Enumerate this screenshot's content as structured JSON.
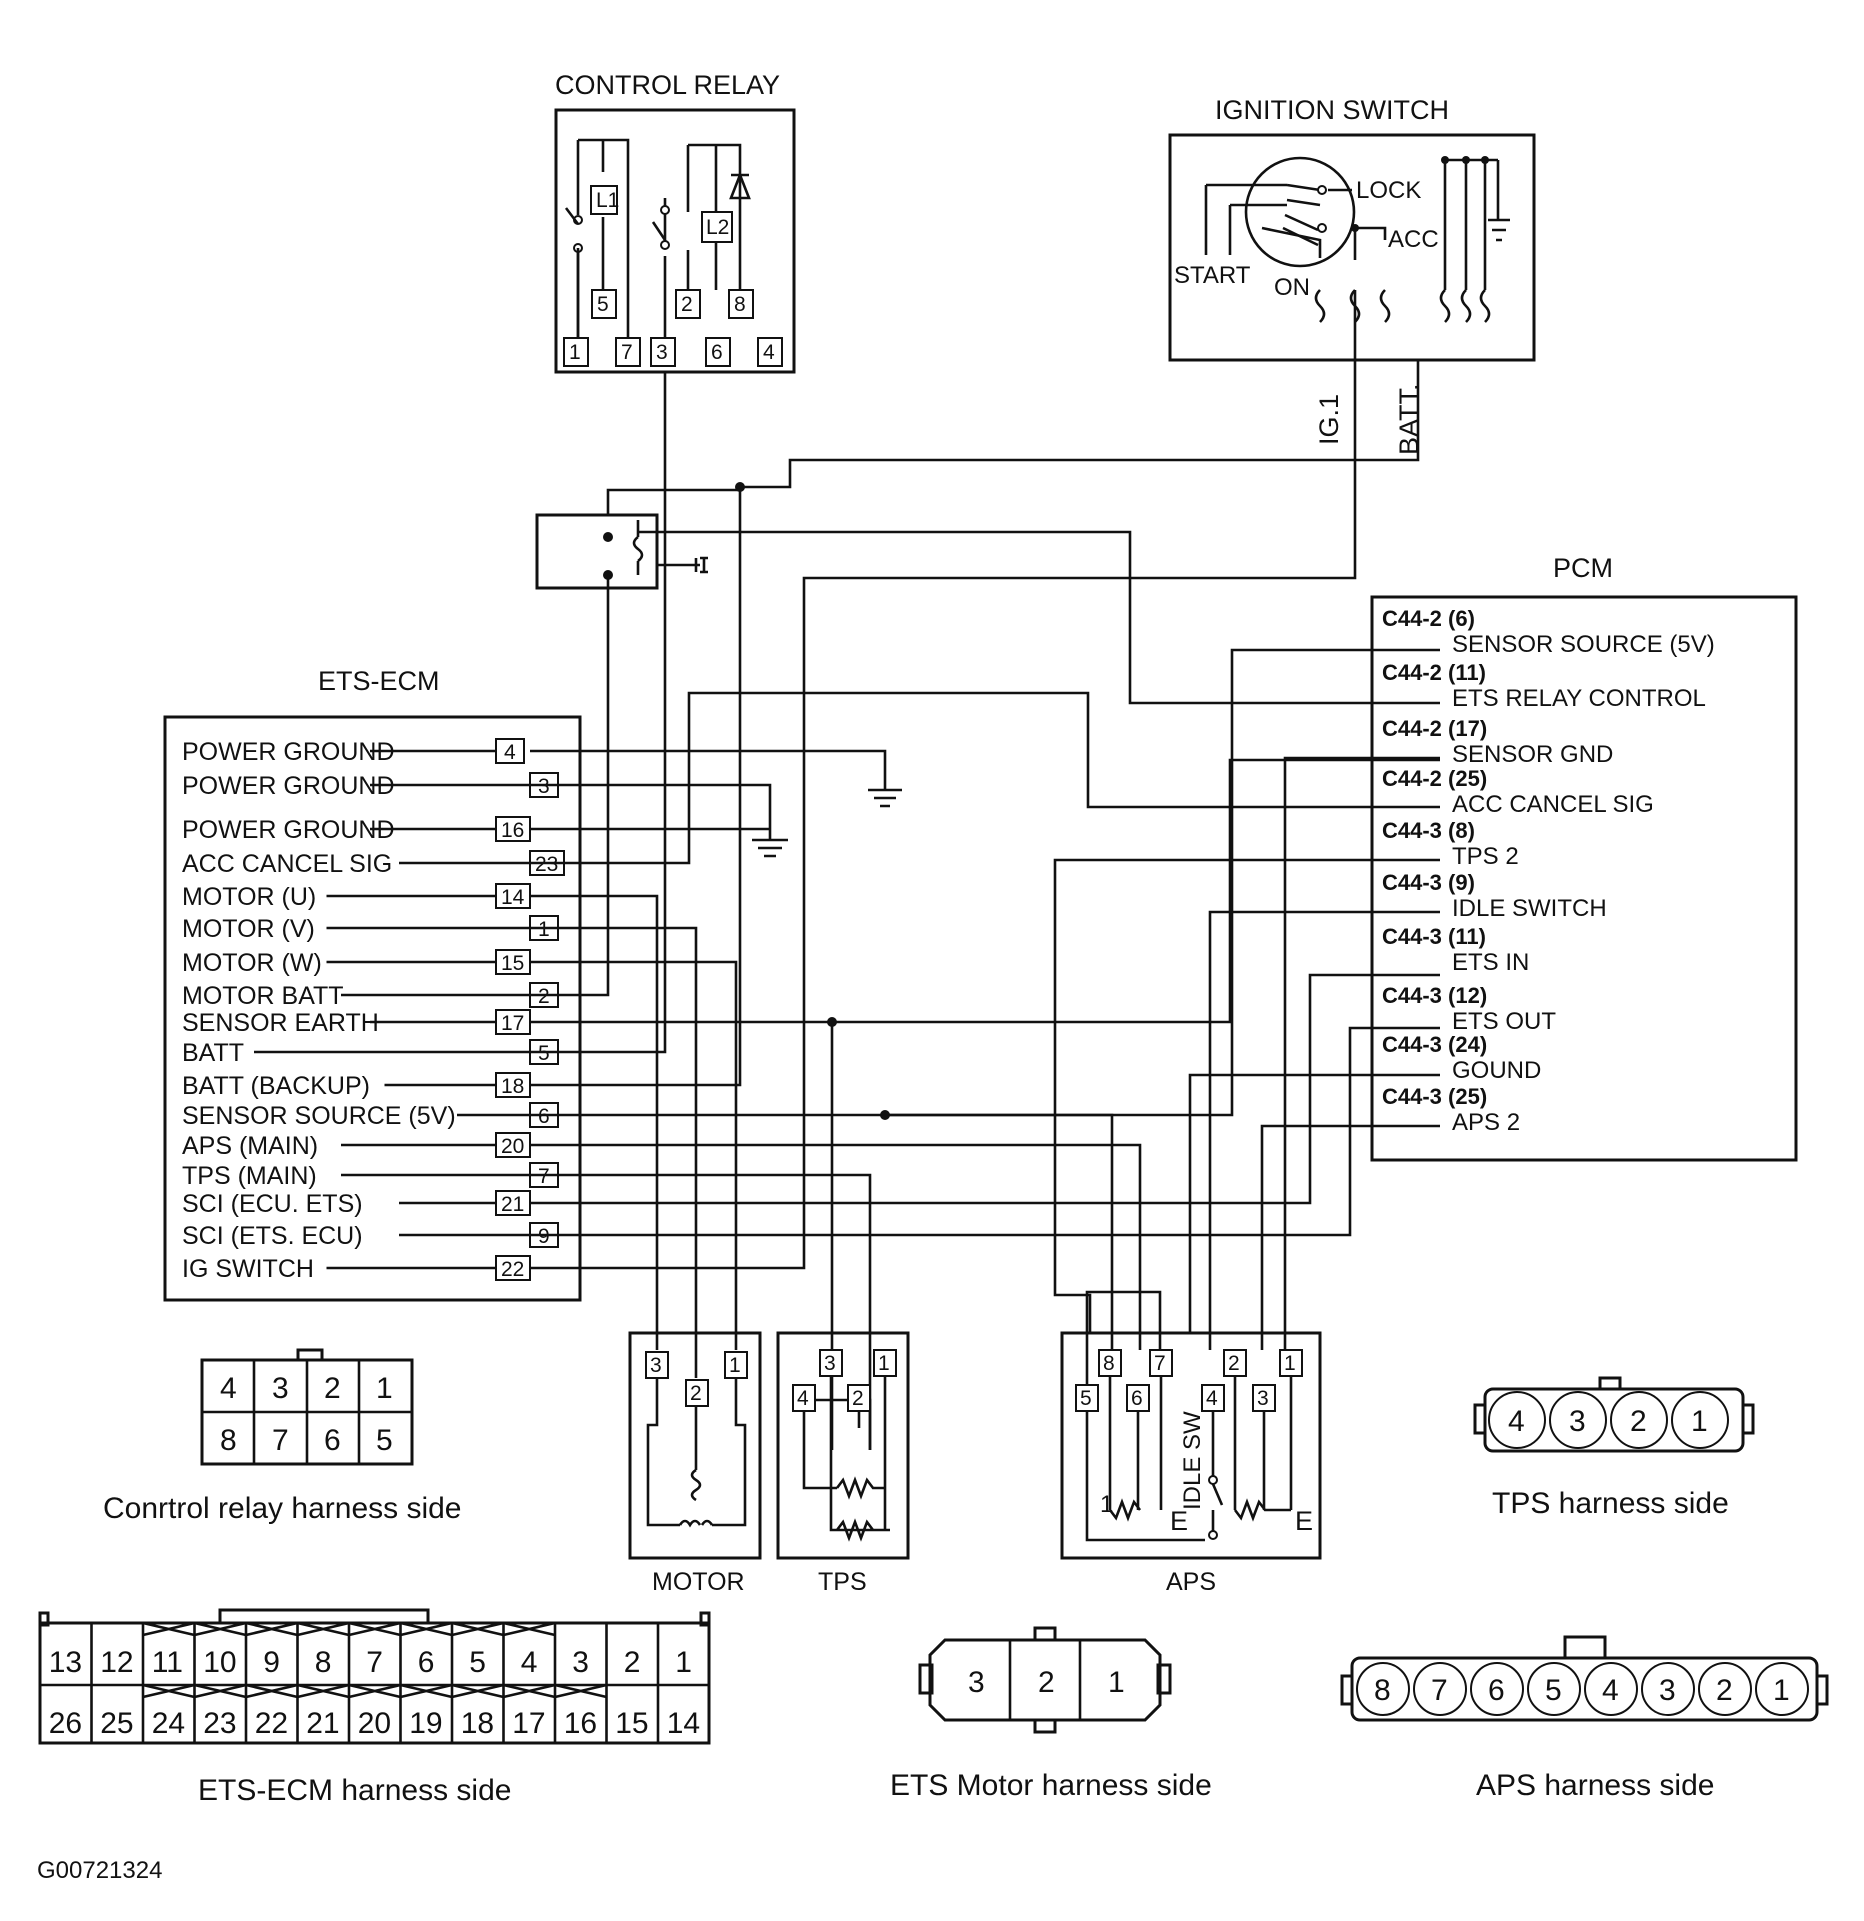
{
  "control_relay": {
    "title": "CONTROL RELAY",
    "coil_labels": [
      "L1",
      "L2"
    ],
    "inner_pins": [
      "5",
      "2",
      "8"
    ],
    "pins": [
      "1",
      "7",
      "3",
      "6",
      "4"
    ]
  },
  "ignition_switch": {
    "title": "IGNITION SWITCH",
    "positions": [
      "LOCK",
      "ACC",
      "START",
      "ON"
    ],
    "outputs": [
      "IG.1",
      "BATT."
    ]
  },
  "ets_ecm": {
    "title": "ETS-ECM",
    "rows": [
      {
        "label": "POWER GROUND",
        "pin": "4"
      },
      {
        "label": "POWER GROUND",
        "pin": "3"
      },
      {
        "label": "POWER GROUND",
        "pin": "16"
      },
      {
        "label": "ACC CANCEL SIG",
        "pin": "23"
      },
      {
        "label": "MOTOR (U)",
        "pin": "14"
      },
      {
        "label": "MOTOR (V)",
        "pin": "1"
      },
      {
        "label": "MOTOR (W)",
        "pin": "15"
      },
      {
        "label": "MOTOR BATT",
        "pin": "2"
      },
      {
        "label": "SENSOR EARTH",
        "pin": "17"
      },
      {
        "label": "BATT",
        "pin": "5"
      },
      {
        "label": "BATT (BACKUP)",
        "pin": "18"
      },
      {
        "label": "SENSOR SOURCE (5V)",
        "pin": "6"
      },
      {
        "label": "APS (MAIN)",
        "pin": "20"
      },
      {
        "label": "TPS (MAIN)",
        "pin": "7"
      },
      {
        "label": "SCI (ECU. ETS)",
        "pin": "21"
      },
      {
        "label": "SCI (ETS. ECU)",
        "pin": "9"
      },
      {
        "label": "IG SWITCH",
        "pin": "22"
      }
    ]
  },
  "pcm": {
    "title": "PCM",
    "rows": [
      {
        "pin": "C44-2 (6)",
        "label": "SENSOR SOURCE (5V)"
      },
      {
        "pin": "C44-2 (11)",
        "label": "ETS RELAY CONTROL"
      },
      {
        "pin": "C44-2 (17)",
        "label": "SENSOR GND"
      },
      {
        "pin": "C44-2 (25)",
        "label": "ACC CANCEL SIG"
      },
      {
        "pin": "C44-3 (8)",
        "label": "TPS 2"
      },
      {
        "pin": "C44-3 (9)",
        "label": "IDLE SWITCH"
      },
      {
        "pin": "C44-3 (11)",
        "label": "ETS IN"
      },
      {
        "pin": "C44-3 (12)",
        "label": "ETS OUT"
      },
      {
        "pin": "C44-3 (24)",
        "label": "GOUND"
      },
      {
        "pin": "C44-3 (25)",
        "label": "APS 2"
      }
    ]
  },
  "motor": {
    "label": "MOTOR",
    "pins": [
      "3",
      "2",
      "1"
    ]
  },
  "tps": {
    "label": "TPS",
    "pins": [
      "3",
      "1",
      "4",
      "2"
    ]
  },
  "aps": {
    "label": "APS",
    "pins": [
      "8",
      "7",
      "2",
      "1",
      "5",
      "6",
      "4",
      "3"
    ],
    "switch_label": "IDLE SW",
    "earth_label": "E",
    "marker": "1"
  },
  "harness": {
    "control_relay": {
      "caption": "Conrtrol relay harness side",
      "top": [
        "4",
        "3",
        "2",
        "1"
      ],
      "bottom": [
        "8",
        "7",
        "6",
        "5"
      ]
    },
    "tps": {
      "caption": "TPS harness side",
      "pins": [
        "4",
        "3",
        "2",
        "1"
      ]
    },
    "ets_ecm": {
      "caption": "ETS-ECM harness side",
      "top": [
        "13",
        "12",
        "11",
        "10",
        "9",
        "8",
        "7",
        "6",
        "5",
        "4",
        "3",
        "2",
        "1"
      ],
      "bottom": [
        "26",
        "25",
        "24",
        "23",
        "22",
        "21",
        "20",
        "19",
        "18",
        "17",
        "16",
        "15",
        "14"
      ]
    },
    "ets_motor": {
      "caption": "ETS Motor harness side",
      "pins": [
        "3",
        "2",
        "1"
      ]
    },
    "aps": {
      "caption": "APS harness side",
      "pins": [
        "8",
        "7",
        "6",
        "5",
        "4",
        "3",
        "2",
        "1"
      ]
    }
  },
  "figure_code": "G00721324"
}
